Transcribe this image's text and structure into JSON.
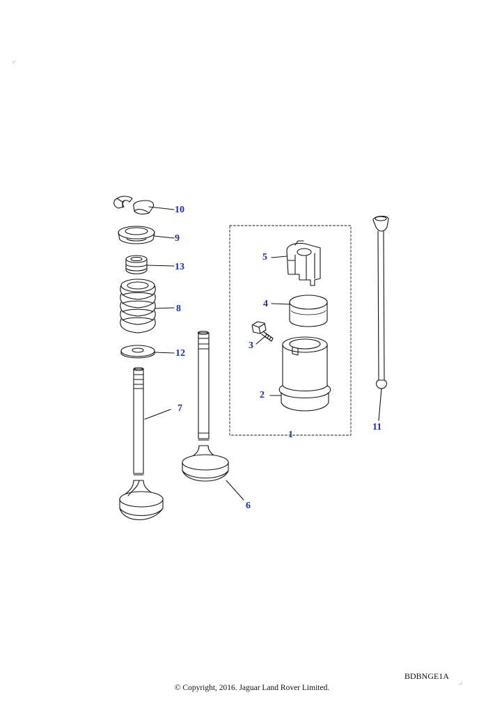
{
  "diagram": {
    "drawing_code": "BDBNGE1A",
    "copyright": "© Copyright, 2016. Jaguar Land Rover Limited.",
    "callout_color": "#1b2fb0",
    "callouts": [
      {
        "id": "1",
        "label": "1"
      },
      {
        "id": "2",
        "label": "2"
      },
      {
        "id": "3",
        "label": "3"
      },
      {
        "id": "4",
        "label": "4"
      },
      {
        "id": "5",
        "label": "5"
      },
      {
        "id": "6",
        "label": "6"
      },
      {
        "id": "7",
        "label": "7"
      },
      {
        "id": "8",
        "label": "8"
      },
      {
        "id": "9",
        "label": "9"
      },
      {
        "id": "10",
        "label": "10"
      },
      {
        "id": "11",
        "label": "11"
      },
      {
        "id": "12",
        "label": "12"
      },
      {
        "id": "13",
        "label": "13"
      }
    ]
  }
}
